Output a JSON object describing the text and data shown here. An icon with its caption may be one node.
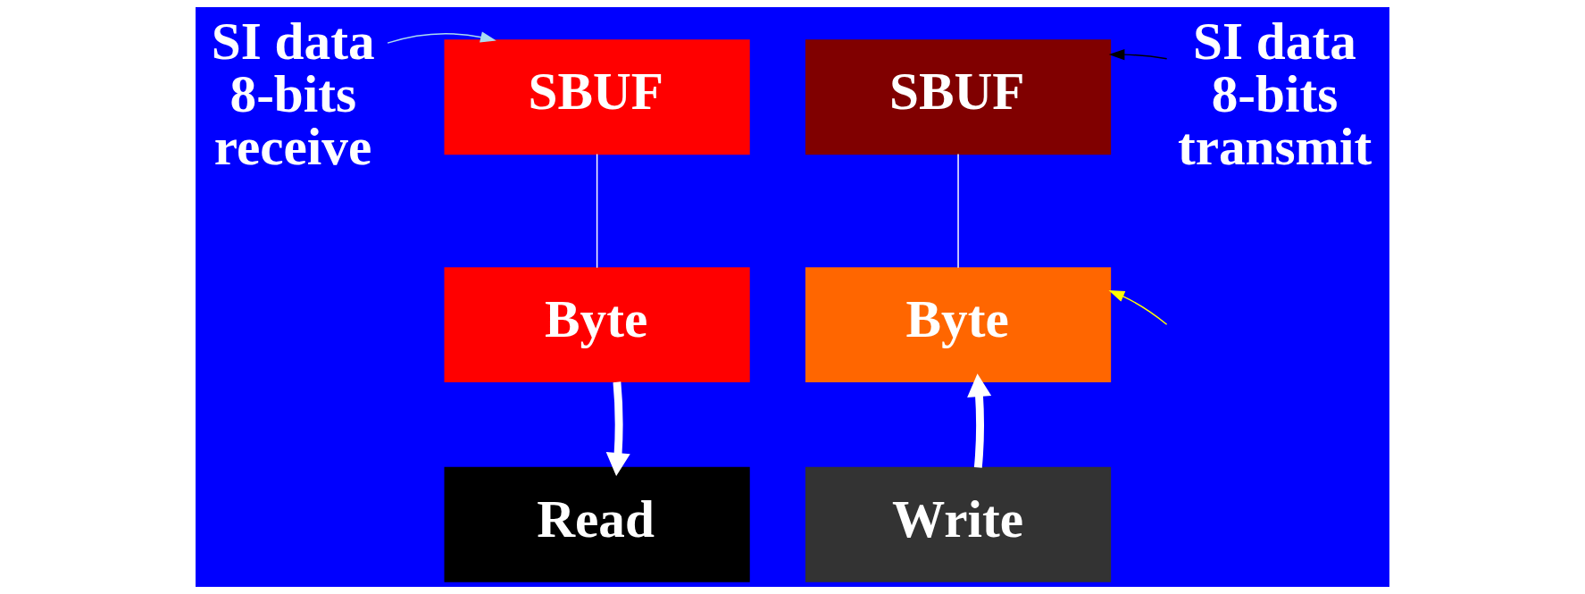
{
  "diagram": {
    "nodes": [
      {
        "text": [
          "SI data 8-bits receive"
        ]
      },
      {
        "text": [
          "SBUF"
        ]
      },
      {
        "text": [
          "SBUF"
        ]
      },
      {
        "text": [
          "SI data 8-bits transmit"
        ]
      },
      {
        "text": [
          "Byte"
        ]
      },
      {
        "text": [
          "Byte"
        ]
      },
      {
        "text": [
          "Read"
        ]
      },
      {
        "text": [
          "Write"
        ]
      }
    ],
    "edges": [
      {
        "from": 0,
        "to": 1,
        "arrow": "to",
        "color": "#aadcf0"
      },
      {
        "from": 3,
        "to": 2,
        "arrow": "to",
        "color": "#000000"
      },
      {
        "from": 1,
        "to": 4,
        "arrow": "none"
      },
      {
        "from": 2,
        "to": 5,
        "arrow": "none"
      },
      {
        "from": 4,
        "to": 6,
        "arrow": "to",
        "style": "thick"
      },
      {
        "from": 7,
        "to": 5,
        "arrow": "to",
        "style": "thick"
      },
      {
        "from": null,
        "to": 5,
        "arrow": "to",
        "color": "#ffff00"
      }
    ]
  }
}
